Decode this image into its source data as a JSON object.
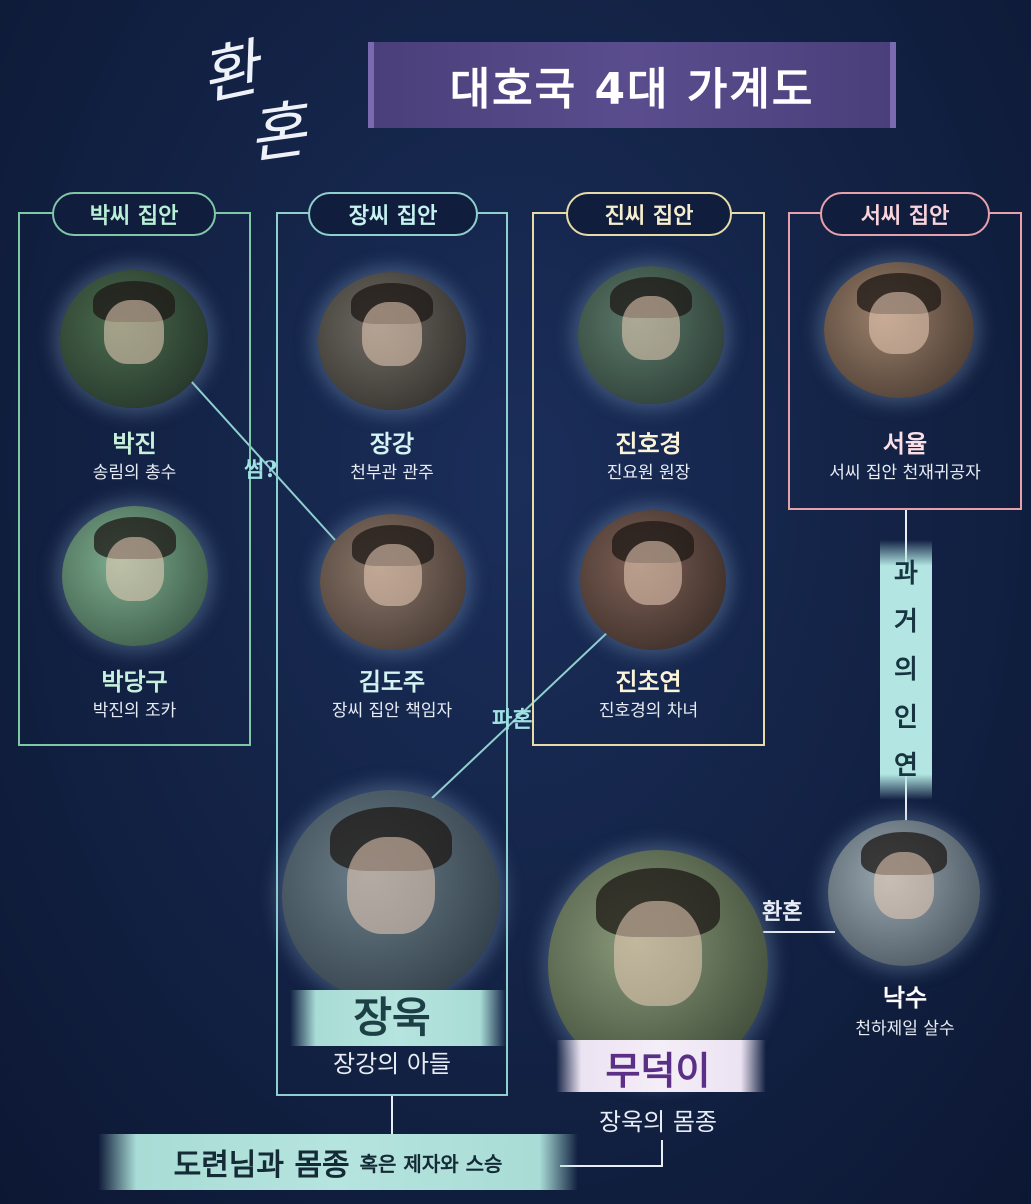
{
  "header": {
    "logo_chars": [
      "환",
      "혼"
    ],
    "title": "대호국 4대 가계도"
  },
  "families": {
    "park": {
      "label": "박씨 집안",
      "members": [
        {
          "name": "박진",
          "role": "송림의 총수"
        },
        {
          "name": "박당구",
          "role": "박진의 조카"
        }
      ]
    },
    "jang": {
      "label": "장씨 집안",
      "members": [
        {
          "name": "장강",
          "role": "천부관 관주"
        },
        {
          "name": "김도주",
          "role": "장씨 집안 책임자"
        }
      ]
    },
    "jin": {
      "label": "진씨 집안",
      "members": [
        {
          "name": "진호경",
          "role": "진요원 원장"
        },
        {
          "name": "진초연",
          "role": "진호경의 차녀"
        }
      ]
    },
    "seo": {
      "label": "서씨 집안",
      "members": [
        {
          "name": "서율",
          "role": "서씨 집안 천재귀공자"
        }
      ]
    }
  },
  "leads": {
    "jangwook": {
      "name": "장욱",
      "role": "장강의 아들"
    },
    "mudeok": {
      "name": "무덕이",
      "role": "장욱의 몸종"
    },
    "naksu": {
      "name": "낙수",
      "role": "천하제일 살수"
    }
  },
  "relations": {
    "some": "썸?",
    "pahon": "파혼",
    "hwanhon": "환혼",
    "past_bond": [
      "과",
      "거",
      "의",
      "인",
      "연"
    ],
    "bottom_main": "도련님과 몸종",
    "bottom_sub": "혹은 제자와 스승"
  },
  "colors": {
    "background": "#142448",
    "park": "#7fc7a6",
    "jang": "#8fd0cf",
    "jin": "#e8dca6",
    "seo": "#e7a0ac",
    "title_banner": "#5a4d8e"
  }
}
